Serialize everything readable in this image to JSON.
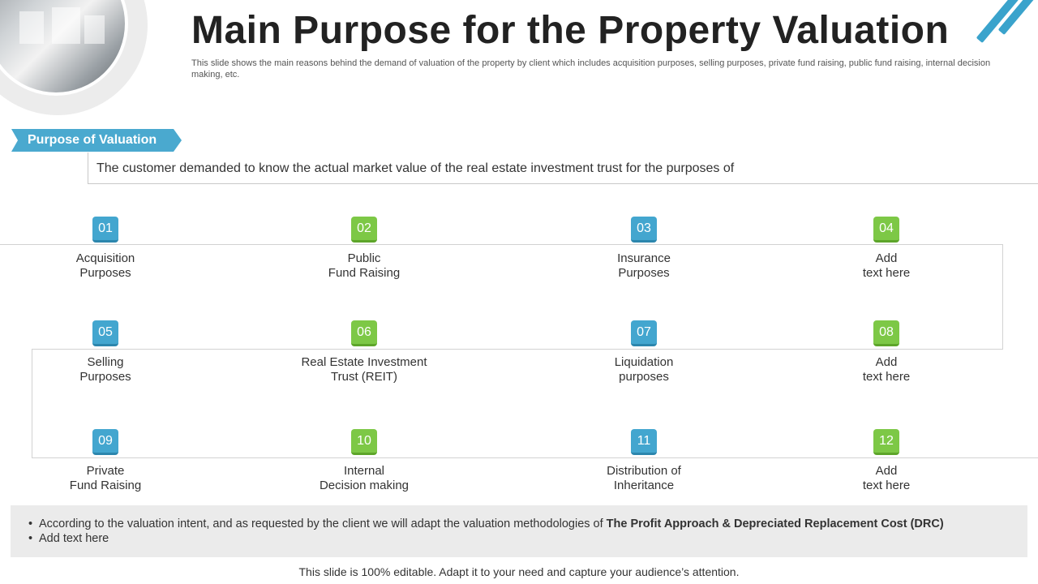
{
  "slide": {
    "title": "Main Purpose for the Property Valuation",
    "subtitle": "This slide shows the main reasons behind the demand of valuation of the property by client which includes acquisition purposes, selling purposes, private fund raising, public fund raising, internal decision making, etc."
  },
  "purpose": {
    "tag_label": "Purpose of  Valuation",
    "text": "The customer demanded to know the actual market value  of the real estate investment  trust for the purposes of"
  },
  "items": [
    {
      "number": "01",
      "line1": "Acquisition",
      "line2": "Purposes",
      "color": "blue"
    },
    {
      "number": "02",
      "line1": "Public",
      "line2": "Fund Raising",
      "color": "green"
    },
    {
      "number": "03",
      "line1": "Insurance",
      "line2": "Purposes",
      "color": "blue"
    },
    {
      "number": "04",
      "line1": "Add",
      "line2": "text here",
      "color": "green"
    },
    {
      "number": "05",
      "line1": "Selling",
      "line2": "Purposes",
      "color": "blue"
    },
    {
      "number": "06",
      "line1": "Real Estate Investment",
      "line2": "Trust (REIT)",
      "color": "green"
    },
    {
      "number": "07",
      "line1": "Liquidation",
      "line2": "purposes",
      "color": "blue"
    },
    {
      "number": "08",
      "line1": "Add",
      "line2": "text here",
      "color": "green"
    },
    {
      "number": "09",
      "line1": "Private",
      "line2": "Fund Raising",
      "color": "blue"
    },
    {
      "number": "10",
      "line1": "Internal",
      "line2": "Decision making",
      "color": "green"
    },
    {
      "number": "11",
      "line1": "Distribution of",
      "line2": "Inheritance",
      "color": "blue"
    },
    {
      "number": "12",
      "line1": "Add",
      "line2": "text here",
      "color": "green"
    }
  ],
  "notes": {
    "bullet1_text": "According to the valuation intent, and as requested by the client we will adapt the valuation methodologies of ",
    "bullet1_bold": "The Profit Approach & Depreciated Replacement Cost (DRC)",
    "bullet2_text": "Add text here"
  },
  "footer": "This slide is 100% editable. Adapt it to your need and capture your audience’s attention.",
  "colors": {
    "blue": "#43a6cf",
    "green": "#7dc846",
    "accent_stripe": "#3aa3cc"
  }
}
